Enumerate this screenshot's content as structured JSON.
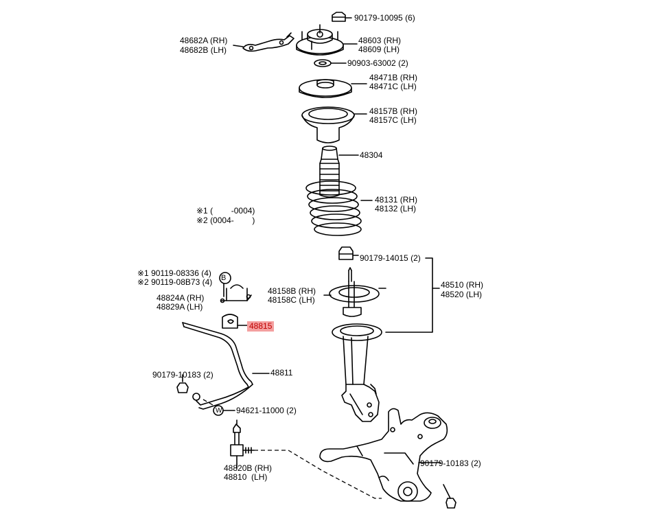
{
  "labels": {
    "bolt_top": "90179-10095 (6)",
    "bracket_rh": "48682A (RH)",
    "bracket_lh": "48682B (LH)",
    "mount_rh": "48603 (RH)",
    "mount_lh": "48609 (LH)",
    "washer": "90903-63002 (2)",
    "seat_rh": "48471B (RH)",
    "seat_lh": "48471C (LH)",
    "insulator_rh": "48157B (RH)",
    "insulator_lh": "48157C (LH)",
    "bumper": "48304",
    "spring_rh": "48131 (RH)",
    "spring_lh": "48132 (LH)",
    "note1": "※1 (        -0004)",
    "note2": "※2 (0004-        )",
    "nut_strut": "90179-14015 (2)",
    "strut_rh": "48510 (RH)",
    "strut_lh": "48520 (LH)",
    "bolt_b1": "※1 90119-08336 (4)",
    "bolt_b2": "※2 90119-08B73 (4)",
    "bracket_bush_rh": "48824A (RH)",
    "bracket_bush_lh": "48829A (LH)",
    "lower_ins_rh": "48158B (RH)",
    "lower_ins_lh": "48158C (LH)",
    "bushing": "48815",
    "stab_bar": "48811",
    "nut_link": "90179-10183 (2)",
    "nut_w": "94621-11000 (2)",
    "nut_knuckle": "90179-10183 (2)",
    "link_rh": "48820B (RH)",
    "link_lh": "48810  (LH)"
  },
  "callouts": {
    "b": "B",
    "w": "W"
  },
  "colors": {
    "highlight_bg": "#f4a0a0",
    "highlight_text": "#c00000"
  }
}
